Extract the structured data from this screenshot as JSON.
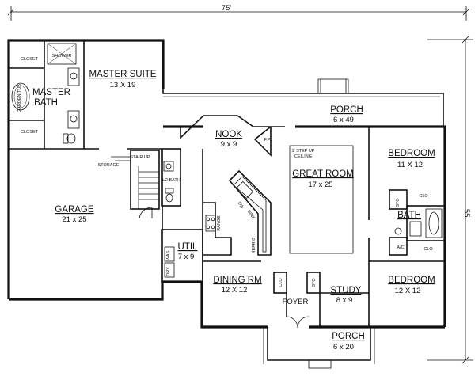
{
  "overall_width": "75'",
  "overall_depth": "55'",
  "rooms": {
    "master_suite": {
      "name": "MASTER SUITE",
      "size": "13 X 19"
    },
    "master_bath": {
      "name_1": "MASTER",
      "name_2": "BATH"
    },
    "garden_tub": "GARDEN TUB",
    "shower": "SHOWER",
    "closet_top": "CLOSET",
    "closet_bottom": "CLOSET",
    "porch_rear": {
      "name": "PORCH",
      "size": "6 x 49"
    },
    "nook": {
      "name": "NOOK",
      "size": "9 x 9"
    },
    "great_room": {
      "name": "GREAT ROOM",
      "size": "17 x 25",
      "note_1": "1' STEP UP",
      "note_2": "CEILING"
    },
    "fireplace": "F.P.",
    "bedroom_1": {
      "name": "BEDROOM",
      "size": "11 X 12"
    },
    "bedroom_2": {
      "name": "BEDROOM",
      "size": "12 X 12"
    },
    "bath": {
      "name": "BATH"
    },
    "clo_1": "CLO",
    "clo_2": "CLO",
    "sto_right": "STO",
    "ac": "A/C",
    "garage": {
      "name": "GARAGE",
      "size": "21 x 25"
    },
    "storage": "STORAGE",
    "stair_up": "STAIR UP",
    "half_bath": "1/2 BATH",
    "range": "RANGE",
    "dw": "DW",
    "sink": "SINK",
    "refrig": "REFRIG",
    "util": {
      "name": "UTIL",
      "size": "7 x 9"
    },
    "wash": "WAS",
    "dry": "DRY",
    "dining": {
      "name": "DINING RM",
      "size": "12 X 12"
    },
    "clo_foyer": "CLO",
    "sto_foyer": "STO",
    "foyer": "FOYER",
    "study": {
      "name": "STUDY",
      "size": "8 x 9"
    },
    "porch_front": {
      "name": "PORCH",
      "size": "6 x 20"
    }
  }
}
